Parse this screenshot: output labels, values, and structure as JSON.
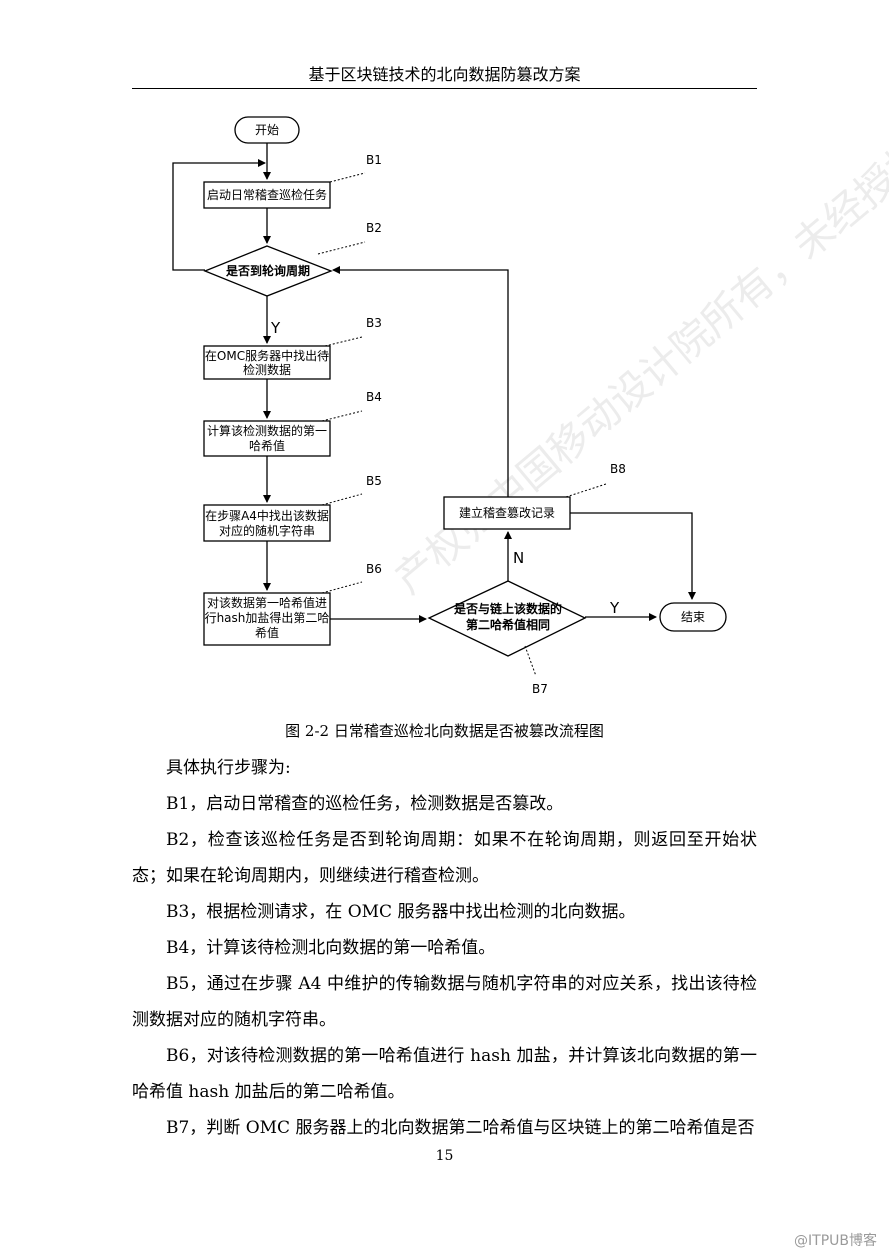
{
  "header": {
    "title": "基于区块链技术的北向数据防篡改方案"
  },
  "flowchart": {
    "start": "开始",
    "end": "结束",
    "steps": {
      "b1_text": [
        "启动日常稽查巡检任务"
      ],
      "b2_text": [
        "是否到轮询周期"
      ],
      "b3_text": [
        "在OMC服务器中找出待",
        "检测数据"
      ],
      "b4_text": [
        "计算该检测数据的第一",
        "哈希值"
      ],
      "b5_text": [
        "在步骤A4中找出该数据",
        "对应的随机字符串"
      ],
      "b6_text": [
        "对该数据第一哈希值进",
        "行hash加盐得出第二哈",
        "希值"
      ],
      "b7_text": [
        "是否与链上该数据的",
        "第二哈希值相同"
      ],
      "b8_text": [
        "建立稽查篡改记录"
      ]
    },
    "labels": {
      "b1": "B1",
      "b2": "B2",
      "b3": "B3",
      "b4": "B4",
      "b5": "B5",
      "b6": "B6",
      "b7": "B7",
      "b8": "B8"
    },
    "yes": "Y",
    "no": "N"
  },
  "caption": "图 2-2 日常稽查巡检北向数据是否被篡改流程图",
  "paragraphs": {
    "intro": "具体执行步骤为:",
    "b1": "B1，启动日常稽查的巡检任务，检测数据是否篡改。",
    "b2": "B2，检查该巡检任务是否到轮询周期：如果不在轮询周期，则返回至开始状态；如果在轮询周期内，则继续进行稽查检测。",
    "b3": "B3，根据检测请求，在 OMC 服务器中找出检测的北向数据。",
    "b4": "B4，计算该待检测北向数据的第一哈希值。",
    "b5": "B5，通过在步骤 A4 中维护的传输数据与随机字符串的对应关系，找出该待检测数据对应的随机字符串。",
    "b6": "B6，对该待检测数据的第一哈希值进行 hash 加盐，并计算该北向数据的第一哈希值 hash 加盐后的第二哈希值。",
    "b7": "B7，判断 OMC 服务器上的北向数据第二哈希值与区块链上的第二哈希值是否"
  },
  "page_number": "15",
  "watermark": "产权归中国移动设计院所有，未经授权不得使用，仿冒必究",
  "site_badge": "@ITPUB博客"
}
